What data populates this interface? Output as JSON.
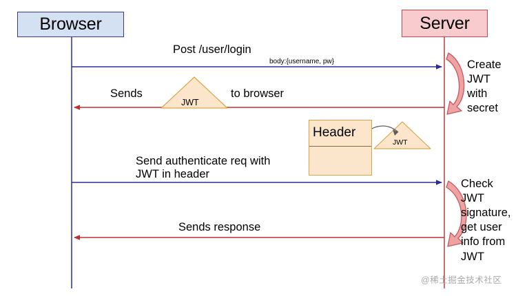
{
  "diagram": {
    "title": "JWT authentication sequence diagram",
    "participants": [
      {
        "id": "browser",
        "label": "Browser",
        "fill": "#d4e1f2",
        "stroke": "#3a3a8c",
        "lifeline_color": "#3a3a8c"
      },
      {
        "id": "server",
        "label": "Server",
        "fill": "#f8ccce",
        "stroke": "#c0484c",
        "lifeline_color": "#c0484c"
      }
    ],
    "messages": [
      {
        "id": "post-login",
        "label": "Post /user/login",
        "sublabel": "body:{username, pw}",
        "direction": "browser-to-server",
        "color": "#2b2b9e"
      },
      {
        "id": "sends-jwt",
        "label_before": "Sends",
        "label_after": "to browser",
        "direction": "server-to-browser",
        "color": "#b03a3e"
      },
      {
        "id": "auth-request",
        "label": "Send authenticate req with\nJWT in header",
        "direction": "browser-to-server",
        "color": "#2b2b9e"
      },
      {
        "id": "sends-response",
        "label": "Sends response",
        "direction": "server-to-browser",
        "color": "#b03a3e"
      }
    ],
    "self_notes": [
      {
        "id": "create-jwt",
        "text": "Create\nJWT\nwith\nsecret",
        "arrow_color": "#d96b6f"
      },
      {
        "id": "check-jwt",
        "text": "Check\nJWT\nsignature,\nget user\ninfo from\nJWT",
        "arrow_color": "#d96b6f"
      }
    ],
    "shapes": [
      {
        "id": "jwt-token-1",
        "kind": "triangle",
        "label": "JWT",
        "fill": "#fce6cb",
        "stroke": "#d9a44a"
      },
      {
        "id": "jwt-token-2",
        "kind": "triangle",
        "label": "JWT",
        "fill": "#fce6cb",
        "stroke": "#d9a44a"
      },
      {
        "id": "http-header",
        "kind": "box",
        "label": "Header",
        "fill": "#fce6cb",
        "stroke": "#d9a44a"
      }
    ],
    "watermark": "@稀土掘金技术社区"
  }
}
